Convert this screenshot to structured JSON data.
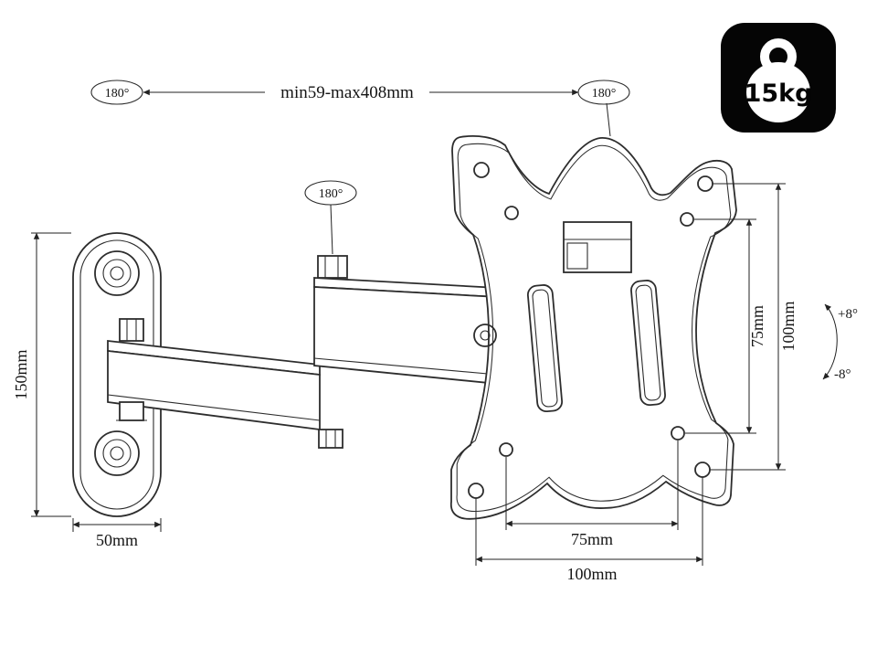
{
  "colors": {
    "background": "#ffffff",
    "line": "#2d2d2d",
    "dimension_line": "#222222",
    "badge_background": "#050505",
    "badge_foreground": "#ffffff"
  },
  "badge": {
    "capacity": "15kg",
    "icon": "kettlebell-icon"
  },
  "dimensions": {
    "extension_range": "min59-max408mm",
    "wall_plate_height": "150mm",
    "wall_plate_width": "50mm",
    "vesa_vertical_inner": "75mm",
    "vesa_vertical_outer": "100mm",
    "vesa_horizontal_inner": "75mm",
    "vesa_horizontal_outer": "100mm"
  },
  "rotation": {
    "wall_swivel": "180°",
    "elbow_swivel": "180°",
    "plate_swivel": "180°"
  },
  "tilt": {
    "up": "+8°",
    "down": "-8°"
  }
}
